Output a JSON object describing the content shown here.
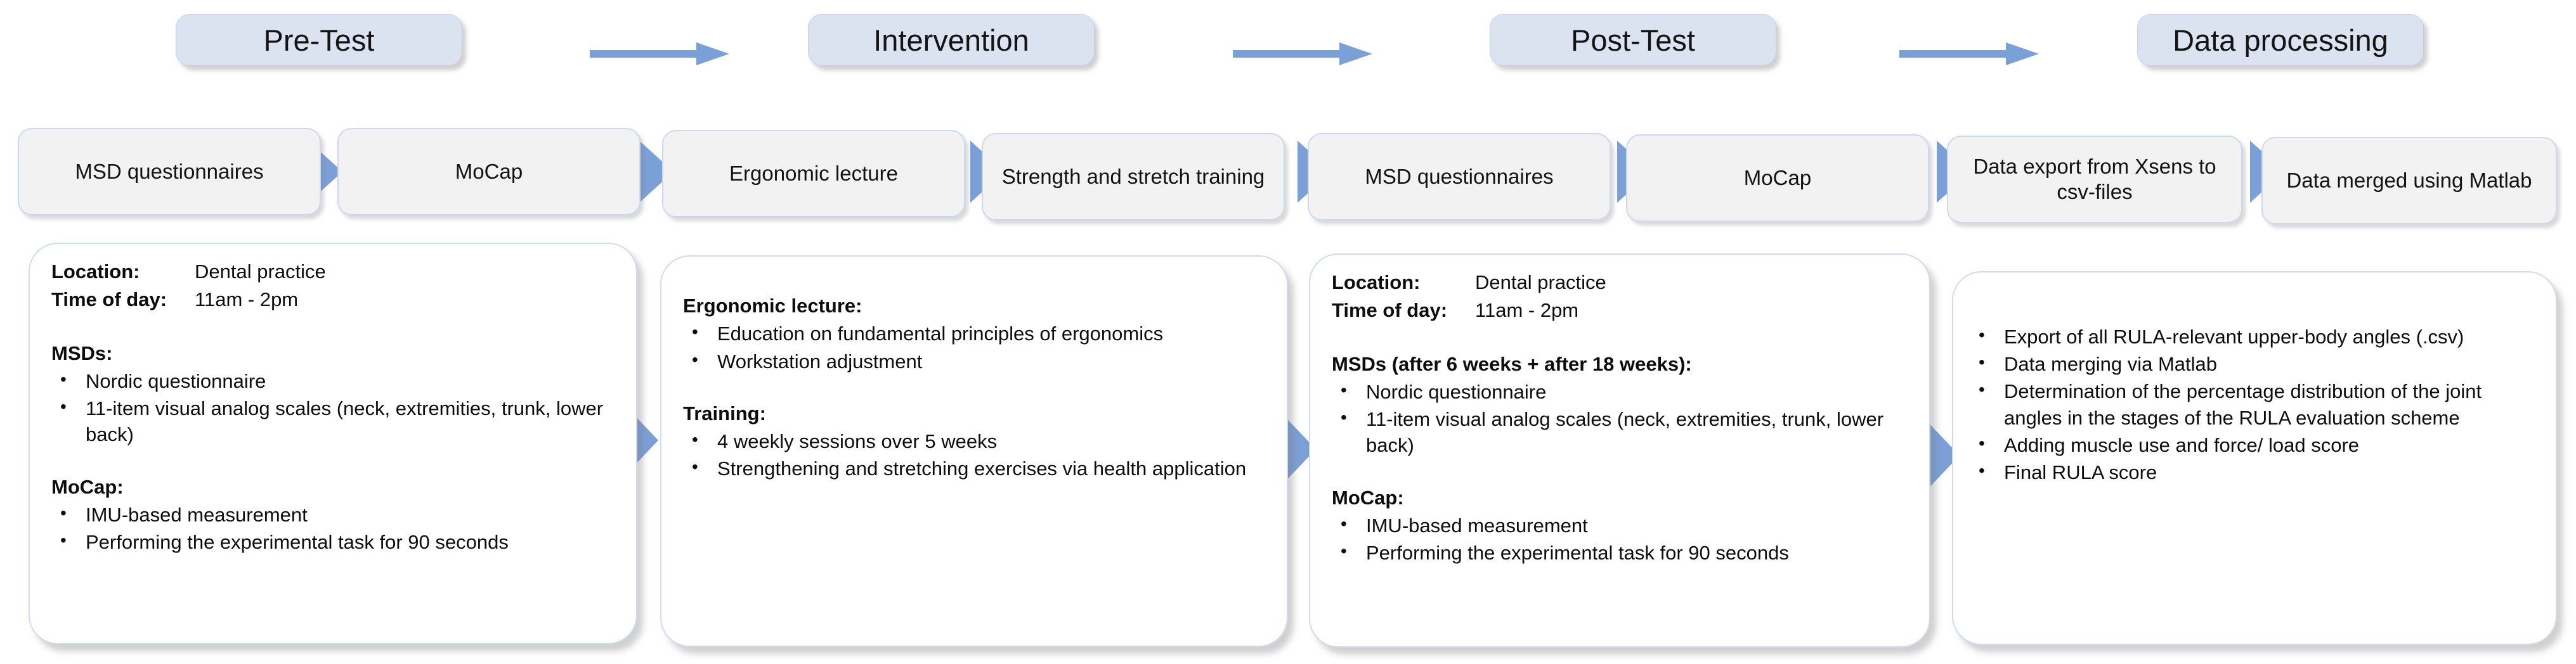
{
  "diagram": {
    "title": "Study protocol flow: Pre-Test, Intervention, Post-Test, Data processing",
    "colors": {
      "phase_fill": "#dbe3f1",
      "phase_border": "#c3d0e8",
      "arrow_blue": "#7ba0d8",
      "step_fill": "#f2f2f2",
      "step_border": "#ccd9ee",
      "panel_border": "#cfdcef",
      "panel_fill": "#ffffff",
      "text": "#0d0d0d"
    }
  },
  "phases": [
    {
      "label": "Pre-Test"
    },
    {
      "label": "Intervention"
    },
    {
      "label": "Post-Test"
    },
    {
      "label": "Data processing"
    }
  ],
  "arrows": [
    {
      "name": "arrow-pretest-to-intervention"
    },
    {
      "name": "arrow-intervention-to-posttest"
    },
    {
      "name": "arrow-posttest-to-dataprocessing"
    }
  ],
  "steps": [
    {
      "label": "MSD questionnaires"
    },
    {
      "label": "MoCap"
    },
    {
      "label": "Ergonomic lecture"
    },
    {
      "label": "Strength and stretch training"
    },
    {
      "label": "MSD questionnaires"
    },
    {
      "label": "MoCap"
    },
    {
      "label": "Data export from Xsens to csv-files"
    },
    {
      "label": "Data merged using Matlab"
    }
  ],
  "panels": [
    {
      "name": "pre-test-details",
      "meta": [
        {
          "key": "Location:",
          "value": "Dental practice"
        },
        {
          "key": "Time of day:",
          "value": "11am - 2pm"
        }
      ],
      "sections": [
        {
          "heading": "MSDs:",
          "items": [
            "Nordic questionnaire",
            "11-item visual analog scales (neck, extremities, trunk, lower back)"
          ]
        },
        {
          "heading": "MoCap:",
          "items": [
            "IMU-based measurement",
            "Performing the experimental task for 90 seconds"
          ]
        }
      ]
    },
    {
      "name": "intervention-details",
      "meta": [],
      "sections": [
        {
          "heading": "Ergonomic lecture:",
          "items": [
            "Education on fundamental principles of ergonomics",
            "Workstation adjustment"
          ]
        },
        {
          "heading": "Training:",
          "items": [
            "4 weekly sessions over 5 weeks",
            "Strengthening and stretching exercises via health application"
          ]
        }
      ]
    },
    {
      "name": "post-test-details",
      "meta": [
        {
          "key": "Location:",
          "value": "Dental practice"
        },
        {
          "key": "Time of day:",
          "value": "11am - 2pm"
        }
      ],
      "sections": [
        {
          "heading": "MSDs (after 6 weeks + after 18 weeks):",
          "items": [
            "Nordic questionnaire",
            "11-item visual analog scales (neck, extremities, trunk, lower back)"
          ]
        },
        {
          "heading": "MoCap:",
          "items": [
            "IMU-based measurement",
            "Performing the experimental task for 90 seconds"
          ]
        }
      ]
    },
    {
      "name": "data-processing-details",
      "meta": [],
      "sections": [
        {
          "heading": "",
          "items": [
            "Export of all RULA-relevant upper-body angles (.csv)",
            "Data merging via Matlab",
            "Determination of the percentage distribution of the joint angles in the stages of the RULA evaluation scheme",
            "Adding muscle use and force/ load score",
            "Final RULA score"
          ]
        }
      ]
    }
  ]
}
